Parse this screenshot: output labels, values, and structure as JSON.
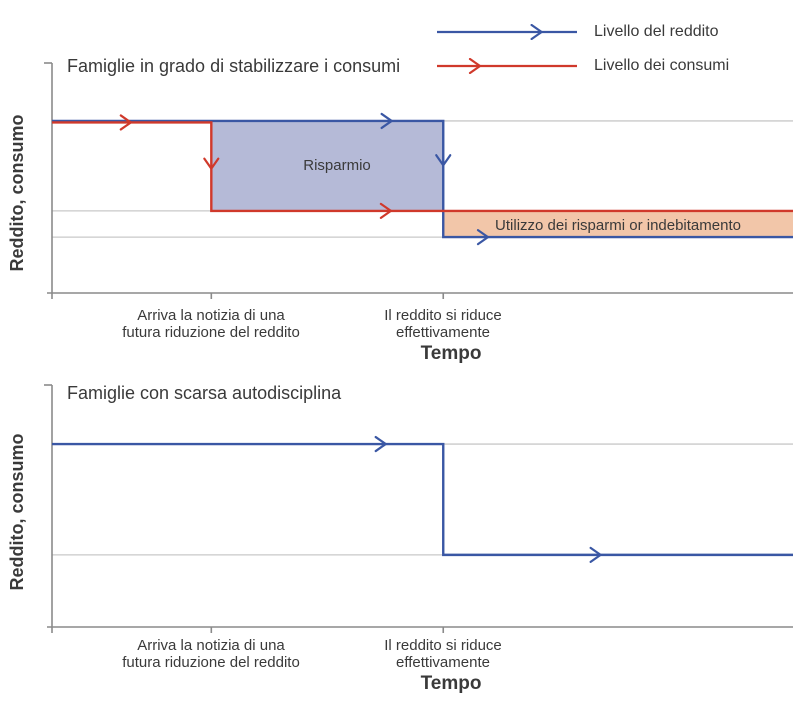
{
  "colors": {
    "income": "#3a57a4",
    "consumption": "#d0392b",
    "saving_fill": "#b5bad7",
    "dissaving_fill": "#f2c6a9",
    "grid": "#c9c9c9",
    "axis": "#8a8a8a",
    "text": "#3a3a3a"
  },
  "legend": {
    "items": [
      {
        "label": "Livello del reddito",
        "color_key": "income",
        "arrow_at": 0.74
      },
      {
        "label": "Livello dei consumi",
        "color_key": "consumption",
        "arrow_at": 0.3
      }
    ]
  },
  "chart_data": [
    {
      "type": "line",
      "title": "Famiglie in grado di stabilizzare i consumi",
      "xlabel": "Tempo",
      "ylabel": "Reddito, consumo",
      "x_range": [
        0,
        10
      ],
      "y_range": [
        0,
        1
      ],
      "grid": true,
      "legend_position": "top-right",
      "events": [
        {
          "x": 2.15,
          "label": "Arriva la notizia di una futura riduzione del reddito",
          "label_lines": [
            "Arriva la notizia di una",
            "futura riduzione del reddito"
          ]
        },
        {
          "x": 5.28,
          "label": "Il reddito si riduce effettivamente",
          "label_lines": [
            "Il reddito si riduce",
            "effettivamente"
          ]
        }
      ],
      "grid_levels": [
        0.748,
        0.357,
        0.243
      ],
      "series": [
        {
          "name": "Livello del reddito",
          "color_key": "income",
          "points": [
            [
              0,
              0.748
            ],
            [
              5.28,
              0.748
            ],
            [
              5.28,
              0.243
            ],
            [
              10,
              0.243
            ]
          ]
        },
        {
          "name": "Livello dei consumi",
          "color_key": "consumption",
          "points": [
            [
              0,
              0.7415
            ],
            [
              2.15,
              0.7415
            ],
            [
              2.15,
              0.357
            ],
            [
              10,
              0.357
            ]
          ]
        }
      ],
      "areas": [
        {
          "name": "Risparmio",
          "color_key": "saving_fill",
          "poly": [
            [
              2.15,
              0.748
            ],
            [
              5.28,
              0.748
            ],
            [
              5.28,
              0.357
            ],
            [
              2.15,
              0.357
            ]
          ]
        },
        {
          "name": "Utilizzo dei risparmi or indebitamento",
          "color_key": "dissaving_fill",
          "poly": [
            [
              5.28,
              0.357
            ],
            [
              10,
              0.357
            ],
            [
              10,
              0.243
            ],
            [
              5.28,
              0.243
            ]
          ]
        }
      ],
      "arrows": [
        {
          "x": 1.05,
          "y": 0.7415,
          "dir": "right",
          "color_key": "consumption"
        },
        {
          "x": 4.57,
          "y": 0.748,
          "dir": "right",
          "color_key": "income"
        },
        {
          "x": 2.15,
          "y": 0.545,
          "dir": "down",
          "color_key": "consumption"
        },
        {
          "x": 5.28,
          "y": 0.56,
          "dir": "down",
          "color_key": "income"
        },
        {
          "x": 4.56,
          "y": 0.357,
          "dir": "right",
          "color_key": "consumption"
        },
        {
          "x": 5.87,
          "y": 0.243,
          "dir": "right",
          "color_key": "income"
        }
      ]
    },
    {
      "type": "line",
      "title": "Famiglie con scarsa autodisciplina",
      "xlabel": "Tempo",
      "ylabel": "Reddito, consumo",
      "x_range": [
        0,
        10
      ],
      "y_range": [
        0,
        1
      ],
      "grid": true,
      "events": [
        {
          "x": 2.15,
          "label": "Arriva la notizia di una futura riduzione del reddito",
          "label_lines": [
            "Arriva la notizia di una",
            "futura riduzione del reddito"
          ]
        },
        {
          "x": 5.28,
          "label": "Il reddito si riduce effettivamente",
          "label_lines": [
            "Il reddito si riduce",
            "effettivamente"
          ]
        }
      ],
      "grid_levels": [
        0.756,
        0.298
      ],
      "series": [
        {
          "name": "Livello del reddito",
          "color_key": "income",
          "points": [
            [
              0,
              0.756
            ],
            [
              5.28,
              0.756
            ],
            [
              5.28,
              0.298
            ],
            [
              10,
              0.298
            ]
          ]
        }
      ],
      "areas": [],
      "arrows": [
        {
          "x": 4.49,
          "y": 0.756,
          "dir": "right",
          "color_key": "income"
        },
        {
          "x": 7.39,
          "y": 0.298,
          "dir": "right",
          "color_key": "income"
        }
      ]
    }
  ]
}
